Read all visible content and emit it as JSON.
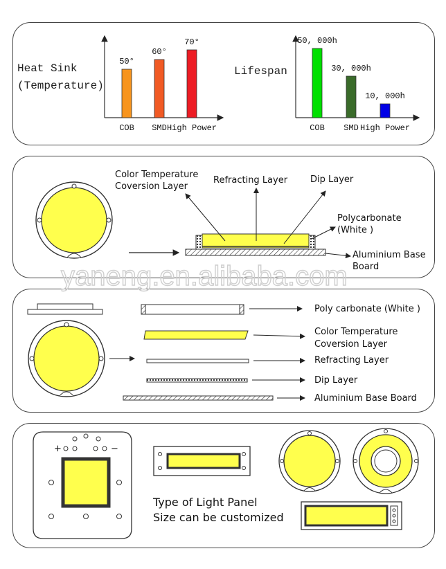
{
  "chart_data": [
    {
      "type": "bar",
      "title": "Heat Sink (Temperature)",
      "title_lines": [
        "Heat Sink",
        "(Temperature)"
      ],
      "categories": [
        "COB",
        "SMD",
        "High Power"
      ],
      "values": [
        50,
        60,
        70
      ],
      "value_labels": [
        "50°",
        "60°",
        "70°"
      ],
      "colors": [
        "#f7941d",
        "#f15a24",
        "#ed1c24"
      ],
      "ylim": [
        0,
        100
      ]
    },
    {
      "type": "bar",
      "title": "Lifespan",
      "categories": [
        "COB",
        "SMD",
        "High Power"
      ],
      "values": [
        50000,
        30000,
        10000
      ],
      "value_labels": [
        "50, 000h",
        "30, 000h",
        "10, 000h"
      ],
      "colors": [
        "#00e000",
        "#3a6b2a",
        "#0000e6"
      ],
      "ylim": [
        0,
        70000
      ]
    }
  ],
  "structure": {
    "color_temp_layer": [
      "Color Temperature",
      "Coversion Layer"
    ],
    "refracting_layer": "Refracting Layer",
    "dip_layer": "Dip Layer",
    "polycarbonate": [
      "Polycarbonate",
      "(White )"
    ],
    "aluminium_base": [
      "Aluminium Base",
      "Board"
    ]
  },
  "watermark": "yaneng.en.alibaba.com",
  "exploded": {
    "poly": "Poly carbonate (White )",
    "color_temp": [
      "Color Temperature",
      "Coversion Layer"
    ],
    "refracting": "Refracting Layer",
    "dip": "Dip Layer",
    "base": "Aluminium Base Board"
  },
  "types": {
    "line1": "Type of Light Panel",
    "line2": "Size can be customized",
    "plus": "+",
    "minus": "−"
  },
  "colors": {
    "phosphor": "#ffff4d",
    "outline": "#333333"
  }
}
